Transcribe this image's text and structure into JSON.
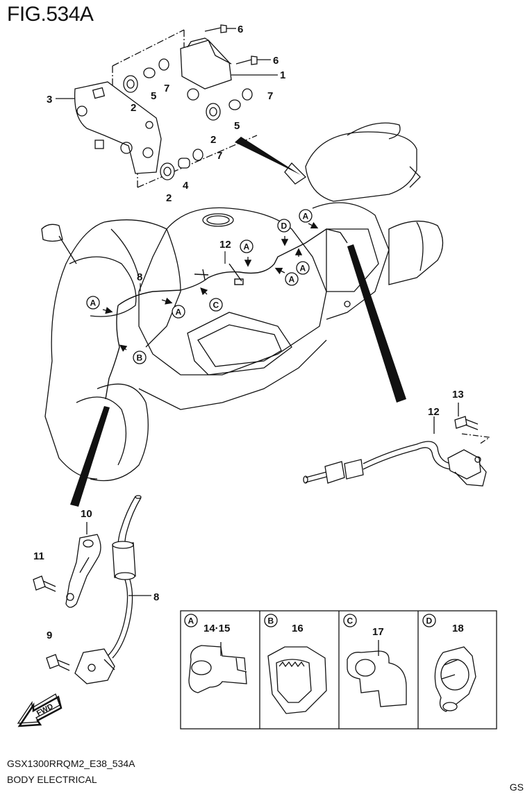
{
  "header": {
    "title": "FIG.534A"
  },
  "footer": {
    "model_code": "GSX1300RRQM2_E38_534A",
    "group_name": "BODY ELECTRICAL",
    "region_mark": "GS"
  },
  "callouts": {
    "c1": "1",
    "c2a": "2",
    "c2b": "2",
    "c2c": "2",
    "c3": "3",
    "c4": "4",
    "c5a": "5",
    "c5b": "5",
    "c6a": "6",
    "c6b": "6",
    "c7a": "7",
    "c7b": "7",
    "c7c": "7",
    "c8a": "8",
    "c8b": "8",
    "c9": "9",
    "c10": "10",
    "c11": "11",
    "c12a": "12",
    "c12b": "12",
    "c13": "13"
  },
  "route_badges": {
    "a1": "A",
    "a2": "A",
    "a3": "A",
    "a4": "A",
    "a5": "A",
    "a6": "A",
    "b1": "B",
    "c1": "C",
    "d1": "D"
  },
  "clamp_panels": [
    {
      "badge": "A",
      "parts": "14·15"
    },
    {
      "badge": "B",
      "parts": "16"
    },
    {
      "badge": "C",
      "parts": "17"
    },
    {
      "badge": "D",
      "parts": "18"
    }
  ],
  "fwd_arrow": {
    "label": "FWD"
  }
}
